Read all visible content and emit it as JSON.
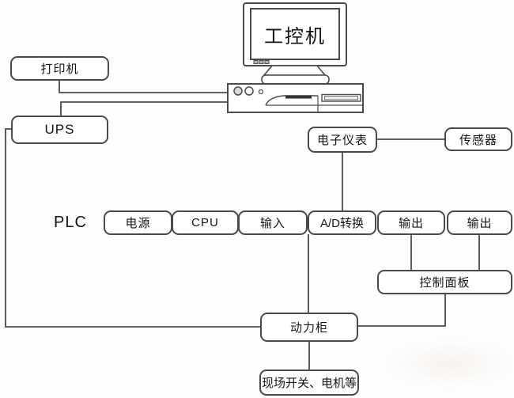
{
  "computer": {
    "label": "工控机"
  },
  "nodes": {
    "printer": {
      "label": "打印机"
    },
    "ups": {
      "label": "UPS"
    },
    "instrument": {
      "label": "电子仪表"
    },
    "sensor": {
      "label": "传感器"
    },
    "control_panel": {
      "label": "控制面板"
    },
    "power_cabinet": {
      "label": "动力柜"
    },
    "field_devices": {
      "label": "现场开关、电机等"
    }
  },
  "plc": {
    "group_label": "PLC",
    "modules": [
      {
        "label": "电源"
      },
      {
        "label": "CPU"
      },
      {
        "label": "输入"
      },
      {
        "label": "A/D转换"
      },
      {
        "label": "输出"
      },
      {
        "label": "输出"
      }
    ]
  },
  "edges": [
    {
      "from": "打印机",
      "to": "工控机"
    },
    {
      "from": "UPS",
      "to": "工控机"
    },
    {
      "from": "UPS",
      "to": "动力柜"
    },
    {
      "from": "传感器",
      "to": "电子仪表"
    },
    {
      "from": "电子仪表",
      "to": "A/D转换"
    },
    {
      "from": "输入",
      "to": "动力柜"
    },
    {
      "from": "输出",
      "to": "控制面板"
    },
    {
      "from": "输出",
      "to": "控制面板"
    },
    {
      "from": "控制面板",
      "to": "动力柜"
    },
    {
      "from": "动力柜",
      "to": "现场开关、电机等"
    }
  ],
  "colors": {
    "line": "#4a4a4a",
    "box_border": "#4a4a4a",
    "box_fill": "#ffffff",
    "background": "#fdfdfd",
    "text": "#141414",
    "drive_slot": "#333333",
    "power_button": "#d9d9d9"
  }
}
